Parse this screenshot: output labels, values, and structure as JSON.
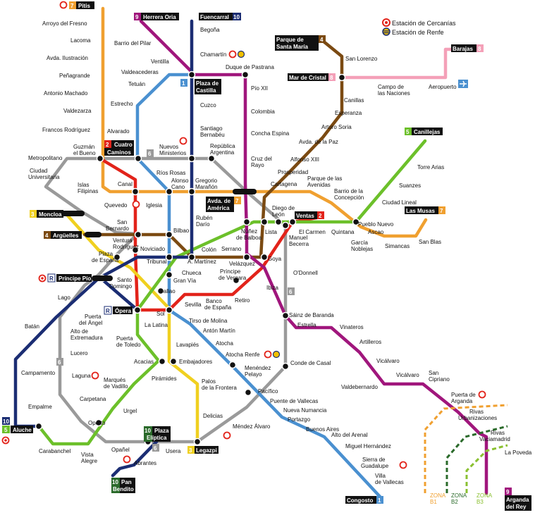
{
  "title": "",
  "colors": {
    "l1": "#4a90d0",
    "l2": "#e2231a",
    "l3": "#f0d020",
    "l4": "#7b4a12",
    "l5": "#6cc02a",
    "l6": "#9a9a9a",
    "l7": "#f0a030",
    "l8": "#f4a0b8",
    "l9": "#a0167c",
    "l10": "#1b2d73",
    "r": "#5a8a20",
    "b1": "#f0a030",
    "b2": "#2a6a2a",
    "b3": "#8ac030",
    "cercanias": "#e2231a"
  },
  "legend": {
    "cercanias": "Estación de Cercanías",
    "renfe": "Estación de Renfe"
  },
  "zones": {
    "b1": "ZONA B1",
    "b2": "ZONA B2",
    "b3": "ZONA B3"
  },
  "terminals": {
    "pitis": "Pitis",
    "pitis_line": "7",
    "herrera": "Herrera Oria",
    "herrera_line": "9",
    "fuencarral": "Fuencarral",
    "fuencarral_line": "10",
    "santamaria_1": "Parque de",
    "santamaria_2": "Santa María",
    "santamaria_line": "4",
    "marcristal": "Mar de Cristal",
    "marcristal_line": "8",
    "barajas": "Barajas",
    "barajas_line": "8",
    "castilla_1": "Plaza de",
    "castilla_2": "Castilla",
    "castilla_line": "1",
    "cuatro_1": "Cuatro",
    "cuatro_2": "Caminos",
    "cuatro_line": "2",
    "canillejas": "Canillejas",
    "canillejas_line": "5",
    "america_1": "Avda. de",
    "america_2": "América",
    "america_line": "7",
    "moncloa": "Moncloa",
    "moncloa_line": "3",
    "arguelles": "Argüelles",
    "arguelles_line": "4",
    "ventas": "Ventas",
    "ventas_line": "2",
    "musas": "Las Musas",
    "musas_line": "7",
    "pio": "Príncipe Pío",
    "pio_line": "R",
    "opera": "Ópera",
    "opera_line": "R",
    "aluche": "Aluche",
    "aluche_l10": "10",
    "aluche_l5": "5",
    "eliptica_1": "Plaza",
    "eliptica_2": "Elíptica",
    "eliptica_line": "10",
    "legazpi": "Legazpi",
    "legazpi_line": "3",
    "bondito_1": "Pan",
    "bondito_2": "Bendito",
    "bondito_line": "10",
    "congosto": "Congosto",
    "congosto_line": "1",
    "arganda_1": "Arganda",
    "arganda_2": "del Rey",
    "arganda_line": "9",
    "usera_line": "6"
  },
  "line_badges": {
    "l6_a": "6",
    "l6_b": "6",
    "l6_c": "6"
  },
  "stations": {
    "arroyo_fresno": "Arroyo del Fresno",
    "lacoma": "Lacoma",
    "ilustracion": "Avda. Ilustración",
    "penagrande": "Peñagrande",
    "antonio_machado": "Antonio Machado",
    "valdezarza": "Valdezarza",
    "francos": "Francos Rodríguez",
    "guzman_1": "Guzmán",
    "guzman_2": "el Bueno",
    "metropolitano": "Metropolitano",
    "ciudad_1": "Ciudad",
    "ciudad_2": "Universitaria",
    "islas_1": "Islas",
    "islas_2": "Filipinas",
    "canal": "Canal",
    "quevedo": "Quevedo",
    "san_bernardo_1": "San",
    "san_bernardo_2": "Bernardo",
    "ventura_1": "Ventura",
    "ventura_2": "Rodríguez",
    "plaza_espana_1": "Plaza",
    "plaza_espana_2": "de España",
    "noviciado": "Noviciado",
    "santo_domingo_1": "Santo",
    "santo_domingo_2": "Domingo",
    "callao": "Callao",
    "sol": "Sol",
    "la_latina": "La Latina",
    "puerta_toledo_1": "Puerta",
    "puerta_toledo_2": "de Toledo",
    "acacias": "Acacias",
    "piramides": "Pirámides",
    "marques_1": "Marqués",
    "marques_2": "de Vadillo",
    "urgel": "Urgel",
    "oporto": "Oporto",
    "vista_1": "Vista",
    "vista_2": "Alegre",
    "carabanchel": "Carabanchel",
    "empalme": "Empalme",
    "campamento": "Campamento",
    "batan": "Batán",
    "lago": "Lago",
    "puerta_angel_1": "Puerta",
    "puerta_angel_2": "del Ángel",
    "alto_ext_1": "Alto de",
    "alto_ext_2": "Extremadura",
    "lucero": "Lucero",
    "laguna": "Laguna",
    "carpetana": "Carpetana",
    "opanel": "Opañel",
    "usera": "Usera",
    "abrantes": "Abrantes",
    "barrio_pilar": "Barrio del Pilar",
    "ventilla": "Ventilla",
    "valdeacederas": "Valdeacederas",
    "tetuan": "Tetuán",
    "estrecho": "Estrecho",
    "alvarado": "Alvarado",
    "nuevos_min_1": "Nuevos",
    "nuevos_min_2": "Ministerios",
    "begona": "Begoña",
    "chamartin": "Chamartín",
    "duque": "Duque de Pastrana",
    "pio_xii": "Pío XII",
    "colombia": "Colombia",
    "concha": "Concha Espina",
    "cruz_1": "Cruz del",
    "cruz_2": "Rayo",
    "cuzco": "Cuzco",
    "santiago_1": "Santiago",
    "santiago_2": "Bernabéu",
    "rep_arg_1": "República",
    "rep_arg_2": "Argentina",
    "rios_rosas": "Ríos Rosas",
    "alonso_1": "Alonso",
    "alonso_2": "Cano",
    "gregorio_1": "Gregorio",
    "gregorio_2": "Marañón",
    "iglesia": "Iglesia",
    "bilbao": "Bilbao",
    "ruben_1": "Rubén",
    "ruben_2": "Darío",
    "tribunal": "Tribunal",
    "chueca": "Chueca",
    "alonso_mart": "A. Martínez",
    "colon": "Colón",
    "serrano": "Serrano",
    "velazquez": "Velázquez",
    "goya": "Goya",
    "gran_via": "Gran Vía",
    "principe_v_1": "Príncipe",
    "principe_v_2": "de Vergara",
    "retiro": "Retiro",
    "banco_1": "Banco",
    "banco_2": "de España",
    "sevilla": "Sevilla",
    "tirso": "Tirso de Molina",
    "anton": "Antón Martín",
    "atocha": "Atocha",
    "atocha_renfe": "Atocha Renfe",
    "lavapies": "Lavapiés",
    "embajadores": "Embajadores",
    "palos_1": "Palos",
    "palos_2": "de la Frontera",
    "delicias": "Delicias",
    "menendez_1": "Menéndez",
    "menendez_2": "Pelayo",
    "pacifico": "Pacífico",
    "mendez": "Méndez Álvaro",
    "puente_v": "Puente de Vallecas",
    "nueva_num": "Nueva Numancia",
    "portazgo": "Portazgo",
    "buenos": "Buenos Aires",
    "alto_arenal": "Alto del Arenal",
    "miguel": "Miguel Hernández",
    "sierra_1": "Sierra de",
    "sierra_2": "Guadalupe",
    "villa_1": "Villa",
    "villa_2": "de Vallecas",
    "conde": "Conde de Casal",
    "sainz": "Sáinz de Baranda",
    "estrella": "Estrella",
    "vinateros": "Vinateros",
    "artilleros": "Artilleros",
    "vicalvaro": "Vicálvaro",
    "san_cipriano_1": "San",
    "san_cipriano_2": "Cipriano",
    "valdebernardo": "Valdebernardo",
    "puerta_arganda_1": "Puerta de",
    "puerta_arganda_2": "Arganda",
    "rivas_urb_1": "Rivas",
    "rivas_urb_2": "Urbanizaciones",
    "rivas_vac_1": "Rivas",
    "rivas_vac_2": "Vaciamadrid",
    "la_poveda": "La Poveda",
    "ibiza": "Ibiza",
    "odonnell": "O'Donnell",
    "manuel_1": "Manuel",
    "manuel_2": "Becerra",
    "lista": "Lista",
    "diego_1": "Diego de",
    "diego_2": "León",
    "nunez_1": "Núñez",
    "nunez_2": "de Balboa",
    "el_carmen": "El Carmen",
    "quintana": "Quintana",
    "pueblo_nuevo": "Pueblo Nuevo",
    "ascao": "Ascao",
    "garcia_1": "García",
    "garcia_2": "Noblejas",
    "simancas": "Simancas",
    "san_blas": "San Blas",
    "ciudad_lineal": "Ciudad Lineal",
    "suanzes": "Suanzes",
    "torre_arias": "Torre Arias",
    "cartagena": "Cartagena",
    "parque_av_1": "Parque de las",
    "parque_av_2": "Avenidas",
    "barrio_conc_1": "Barrio de la",
    "barrio_conc_2": "Concepción",
    "prosperidad": "Prosperidad",
    "alfonso": "Alfonso XIII",
    "avda_paz": "Avda. de la Paz",
    "arturo": "Arturo Soria",
    "esperanza": "Esperanza",
    "canillas": "Canillas",
    "san_lorenzo": "San Lorenzo",
    "campo_1": "Campo de",
    "campo_2": "las Naciones",
    "aeropuerto": "Aeropuerto"
  }
}
